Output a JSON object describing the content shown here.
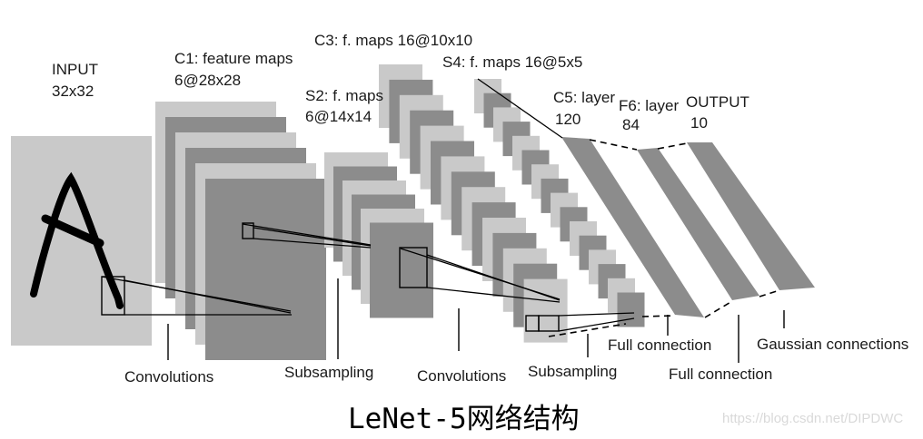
{
  "diagram": {
    "title_context": "LeNet-5 convolutional neural network architecture",
    "layers": {
      "input": {
        "name": "INPUT",
        "size": "32x32"
      },
      "c1": {
        "name": "C1: feature maps",
        "size": "6@28x28"
      },
      "s2": {
        "name": "S2: f. maps",
        "size": "6@14x14"
      },
      "c3": {
        "name": "C3: f. maps 16@10x10"
      },
      "s4": {
        "name": "S4: f. maps 16@5x5"
      },
      "c5": {
        "name": "C5: layer",
        "size": "120"
      },
      "f6": {
        "name": "F6: layer",
        "size": "84"
      },
      "output": {
        "name": "OUTPUT",
        "size": "10"
      }
    },
    "ops": [
      "Convolutions",
      "Subsampling",
      "Convolutions",
      "Subsampling",
      "Full connection",
      "Full connection",
      "Gaussian connections"
    ],
    "colors": {
      "light_gray": "#c9c9c9",
      "dark_gray": "#8c8c8c",
      "line": "#000000",
      "text": "#1a1a1a",
      "watermark": "#d9d9d9",
      "background": "#ffffff"
    }
  },
  "caption": "LeNet-5网络结构",
  "watermark": "https://blog.csdn.net/DIPDWC"
}
